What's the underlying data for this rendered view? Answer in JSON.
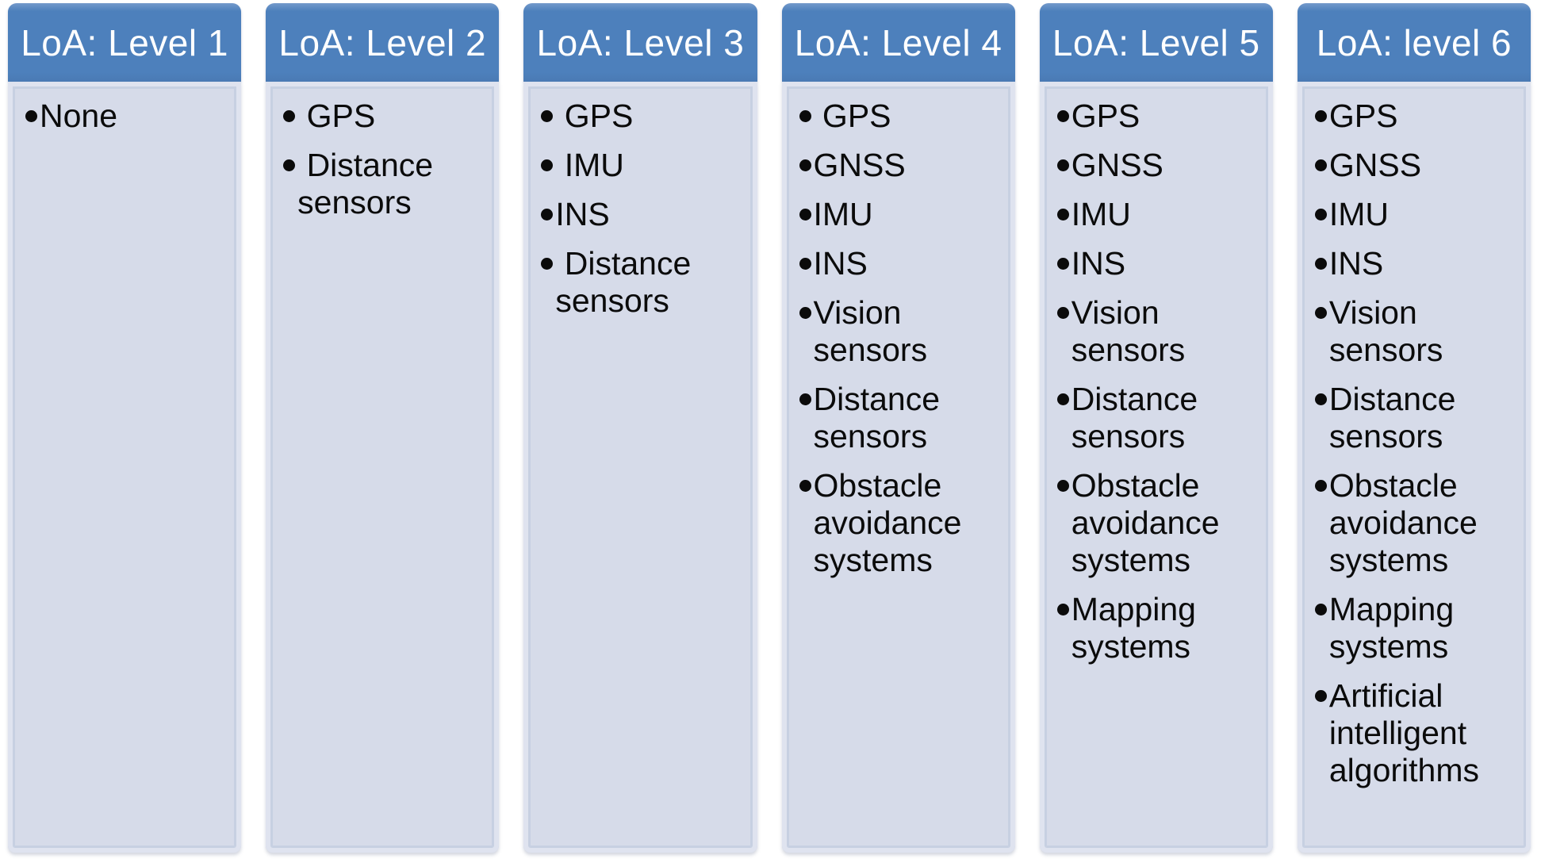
{
  "colors": {
    "header_bg": "#4d80bc",
    "header_hi": "#7499cb",
    "header_lo": "#4a7ab4",
    "header_text": "#ffffff",
    "body_bg": "#d6dbe9",
    "body_rim": "#dfe3ef",
    "body_ring": "#c7d0e2",
    "item_text": "#0b0b0b",
    "page_bg": "#ffffff"
  },
  "columns": [
    {
      "header": "LoA: Level 1",
      "items": [
        "•None"
      ]
    },
    {
      "header": "LoA: Level 2",
      "items": [
        "• GPS",
        "• Distance sensors"
      ]
    },
    {
      "header": "LoA: Level 3",
      "items": [
        "• GPS",
        "• IMU",
        "•INS",
        "• Distance sensors"
      ]
    },
    {
      "header": "LoA: Level 4",
      "items": [
        "• GPS",
        "•GNSS",
        "•IMU",
        "•INS",
        "•Vision sensors",
        "•Distance sensors",
        "•Obstacle avoidance systems"
      ]
    },
    {
      "header": "LoA: Level 5",
      "items": [
        "•GPS",
        "•GNSS",
        "•IMU",
        "•INS",
        "•Vision sensors",
        "•Distance sensors",
        "•Obstacle avoidance systems",
        "•Mapping systems"
      ]
    },
    {
      "header": "LoA: level 6",
      "items": [
        "•GPS",
        "•GNSS",
        "•IMU",
        "•INS",
        "•Vision sensors",
        "•Distance sensors",
        "•Obstacle avoidance systems",
        "•Mapping systems",
        "•Artificial intelligent algorithms"
      ]
    }
  ]
}
